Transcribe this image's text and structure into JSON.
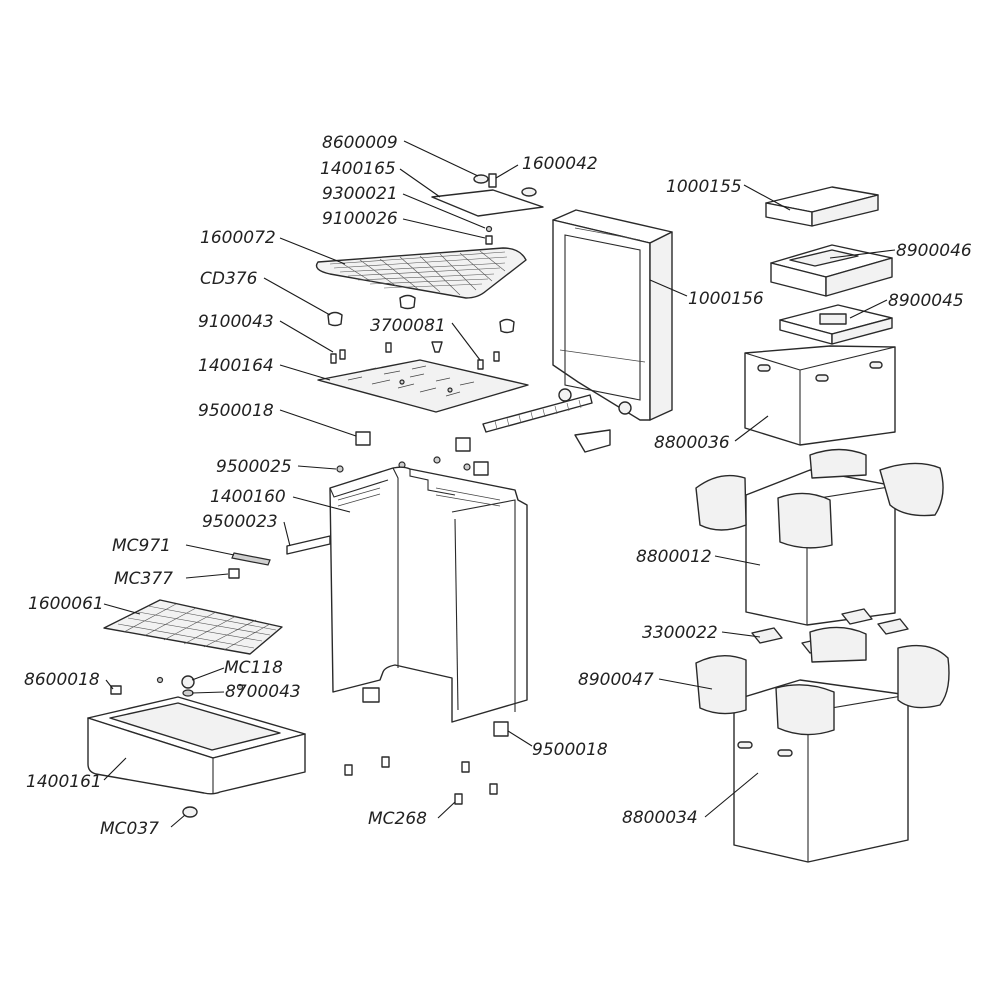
{
  "callouts": {
    "p8600009": "8600009",
    "p1400165": "1400165",
    "p9300021": "9300021",
    "p9100026": "9100026",
    "p1600072": "1600072",
    "pCD376": "CD376",
    "p9100043": "9100043",
    "p1400164": "1400164",
    "p9500018a": "9500018",
    "p9500025": "9500025",
    "p1400160": "1400160",
    "p9500023": "9500023",
    "pMC971": "MC971",
    "pMC377": "MC377",
    "p1600061": "1600061",
    "p8600018": "8600018",
    "pMC118": "MC118",
    "p8700043": "8700043",
    "p1400161": "1400161",
    "pMC037": "MC037",
    "pMC268": "MC268",
    "p9500018b": "9500018",
    "p3700081": "3700081",
    "p1600042": "1600042",
    "p1000156": "1000156",
    "p1000155": "1000155",
    "p8900046": "8900046",
    "p8900045": "8900045",
    "p8800036": "8800036",
    "p8800012": "8800012",
    "p3300022": "3300022",
    "p8900047": "8900047",
    "p8800034": "8800034"
  }
}
